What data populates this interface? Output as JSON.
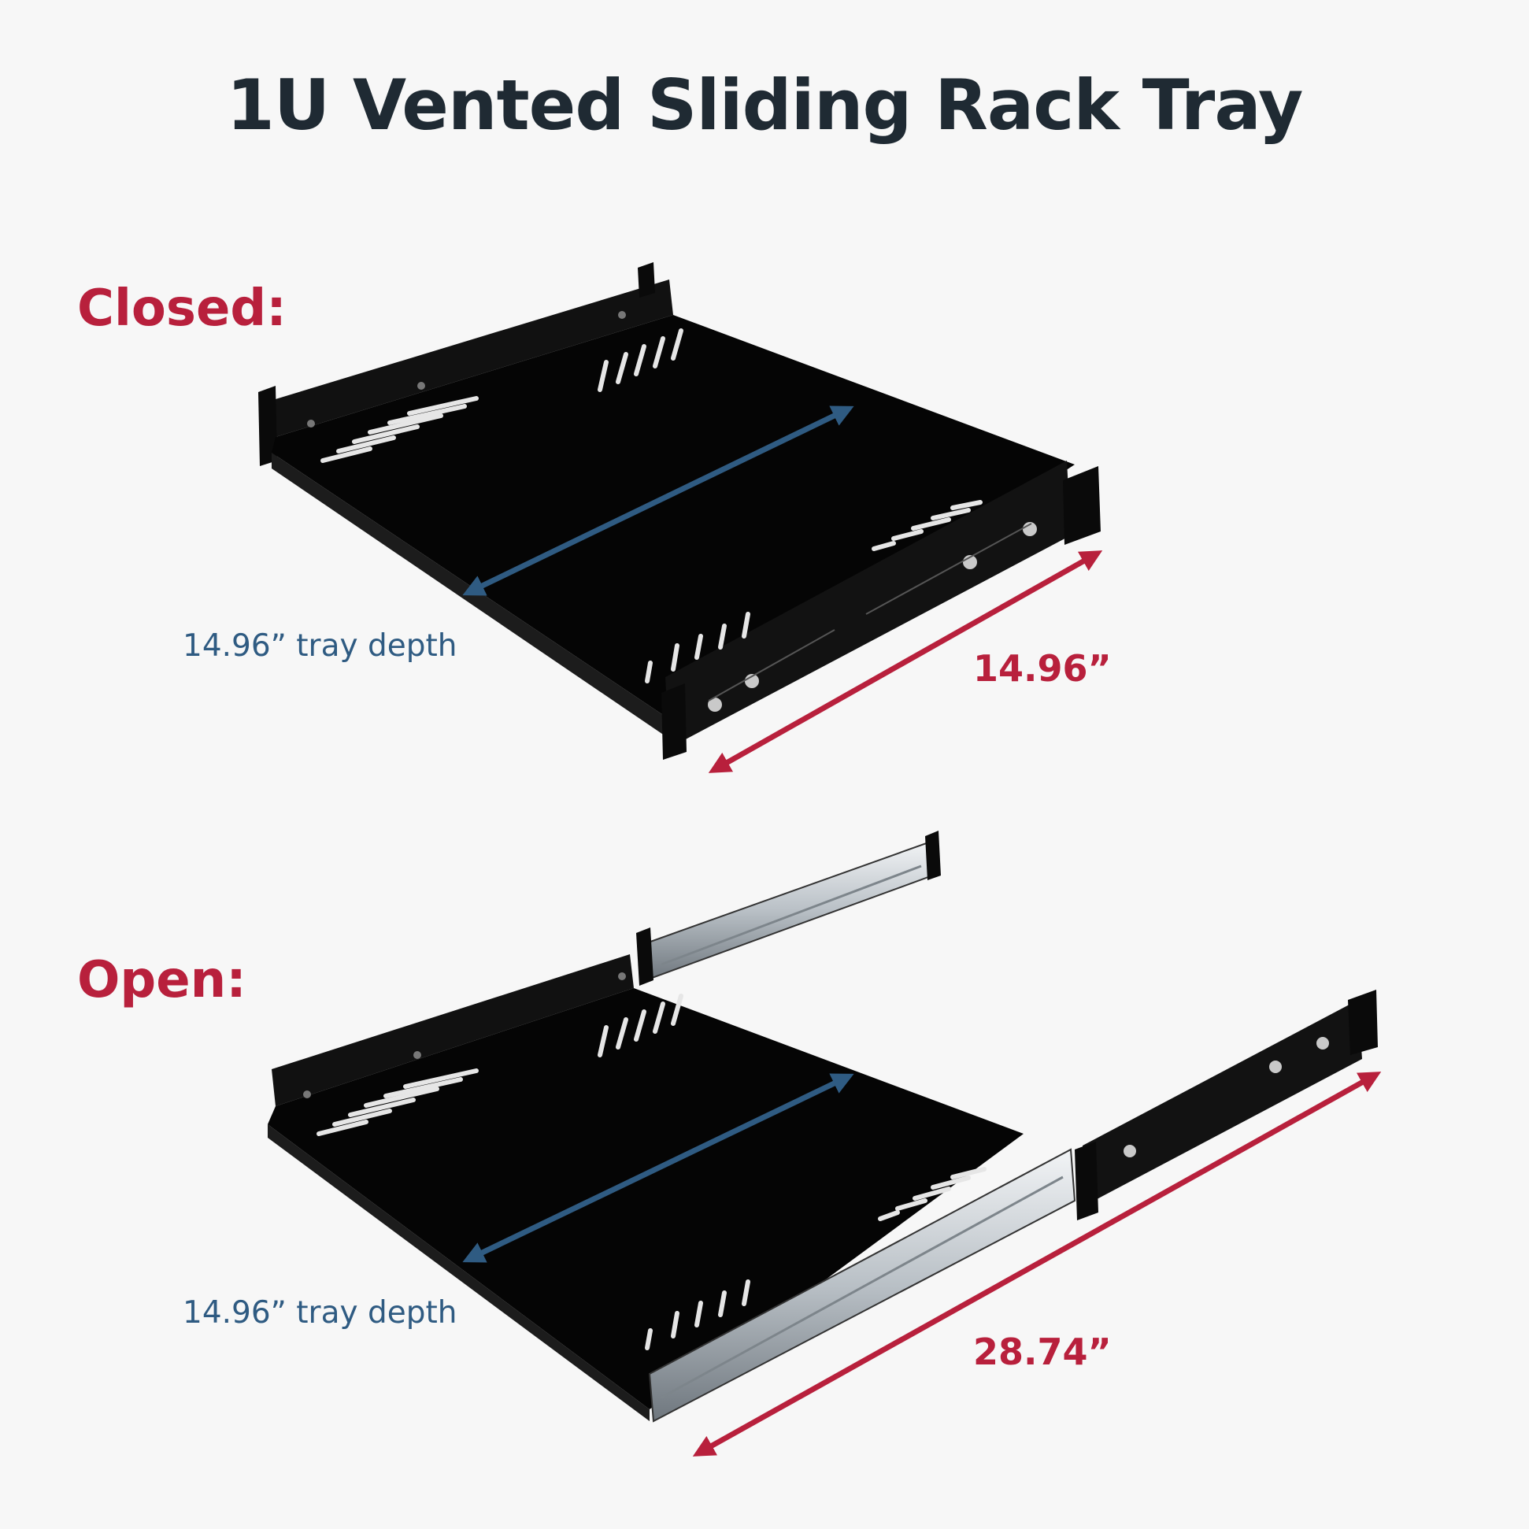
{
  "title": "1U Vented Sliding Rack Tray",
  "sections": {
    "closed": {
      "label": "Closed:",
      "depth_label": "14.96” tray depth",
      "length_label": "14.96”"
    },
    "open": {
      "label": "Open:",
      "depth_label": "14.96” tray depth",
      "length_label": "28.74”"
    }
  },
  "colors": {
    "background": "#f7f7f7",
    "title": "#1f2a33",
    "accent_red": "#b8203c",
    "accent_blue": "#2f5b82",
    "tray": "#0c0c0c"
  }
}
